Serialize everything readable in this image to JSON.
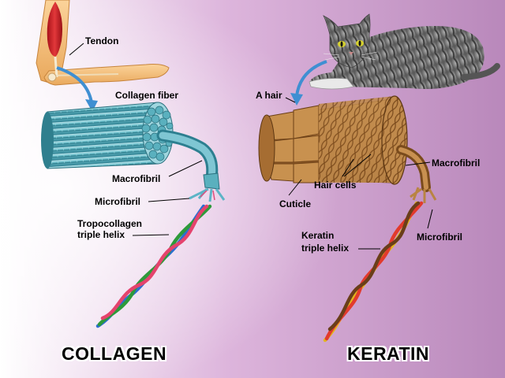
{
  "colors": {
    "bg_left": "#ffffff",
    "bg_mid": "#ddb5dc",
    "bg_right": "#b988bb",
    "collagen_fiber": "#5eb1bf",
    "keratin_fiber": "#b47a3a",
    "arrow": "#3f8fd2"
  },
  "collagen": {
    "heading": "COLLAGEN",
    "labels": {
      "tendon": "Tendon",
      "collagen_fiber": "Collagen fiber",
      "macrofibril": "Macrofibril",
      "microfibril": "Microfibril",
      "tropocollagen_line1": "Tropocollagen",
      "tropocollagen_line2": "triple helix"
    }
  },
  "keratin": {
    "heading": "KERATIN",
    "labels": {
      "a_hair": "A hair",
      "macrofibril": "Macrofibril",
      "hair_cells": "Hair cells",
      "cuticle": "Cuticle",
      "microfibril": "Microfibril",
      "keratin_line1": "Keratin",
      "keratin_line2": "triple helix"
    }
  }
}
